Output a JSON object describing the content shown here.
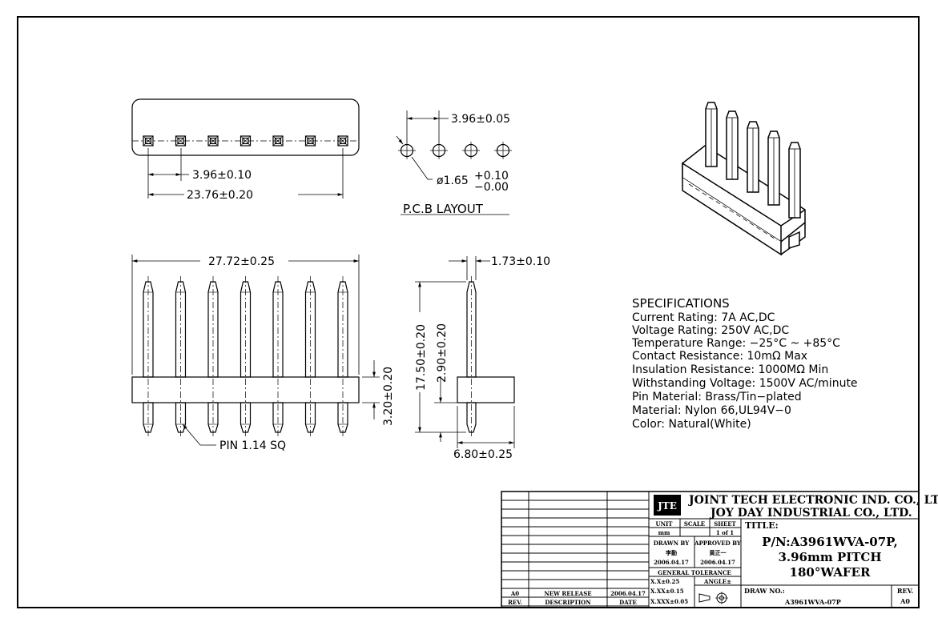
{
  "top_view": {
    "dim_pitch": "3.96±0.10",
    "dim_span": "23.76±0.20"
  },
  "pcb_layout": {
    "dim_pitch": "3.96±0.05",
    "dim_hole": "ø1.65",
    "dim_hole_plus": "+0.10",
    "dim_hole_minus": "−0.00",
    "caption": "P.C.B LAYOUT"
  },
  "front_view": {
    "dim_length": "27.72±0.25",
    "dim_body_height": "3.20±0.20",
    "pin_label": "PIN 1.14 SQ"
  },
  "side_view": {
    "dim_pin_width": "1.73±0.10",
    "dim_total_height": "17.50±0.20",
    "dim_upper": "2.90±0.20",
    "dim_depth": "6.80±0.25"
  },
  "specifications": {
    "heading": "SPECIFICATIONS",
    "lines": [
      "Current Rating: 7A AC,DC",
      "Voltage Rating: 250V AC,DC",
      "Temperature Range: −25°C ~ +85°C",
      "Contact Resistance: 10mΩ Max",
      "Insulation Resistance: 1000MΩ Min",
      "Withstanding Voltage: 1500V AC/minute",
      "Pin Material: Brass/Tin−plated",
      "Material: Nylon 66,UL94V−0",
      "Color: Natural(White)"
    ]
  },
  "title_block": {
    "logo_text": "JTE",
    "company_1": "JOINT TECH ELECTRONIC IND. CO., LTD.",
    "company_2": "JOY DAY INDUSTRIAL CO., LTD.",
    "unit_label": "UNIT",
    "unit_value": "mm",
    "scale_label": "SCALE",
    "scale_value": "",
    "sheet_label": "SHEET",
    "sheet_value": "1 of 1",
    "drawn_by_label": "DRAWN BY",
    "drawn_by_name": "李勤",
    "drawn_by_date": "2006.04.17",
    "approved_by_label": "APPROVED BY",
    "approved_by_name": "黄正一",
    "approved_by_date": "2006.04.17",
    "general_tolerance": "GENERAL TOLERANCE",
    "tol_1": "X.X±0.25",
    "tol_2": "X.XX±0.15",
    "tol_3": "X.XXX±0.05",
    "angle_label": "ANGLE±",
    "title_label": "TITLE:",
    "title_line_1": "P/N:A3961WVA-07P,",
    "title_line_2": "3.96mm PITCH",
    "title_line_3": "180°WAFER",
    "draw_no_label": "DRAW NO.:",
    "draw_no_value": "A3961WVA-07P",
    "rev_label": "REV.",
    "rev_value": "A0",
    "rev_row": {
      "rev": "A0",
      "description": "NEW RELEASE",
      "date": "2006.04.17"
    },
    "rev_header": {
      "rev": "REV.",
      "description": "DESCRIPTION",
      "date": "DATE"
    }
  }
}
